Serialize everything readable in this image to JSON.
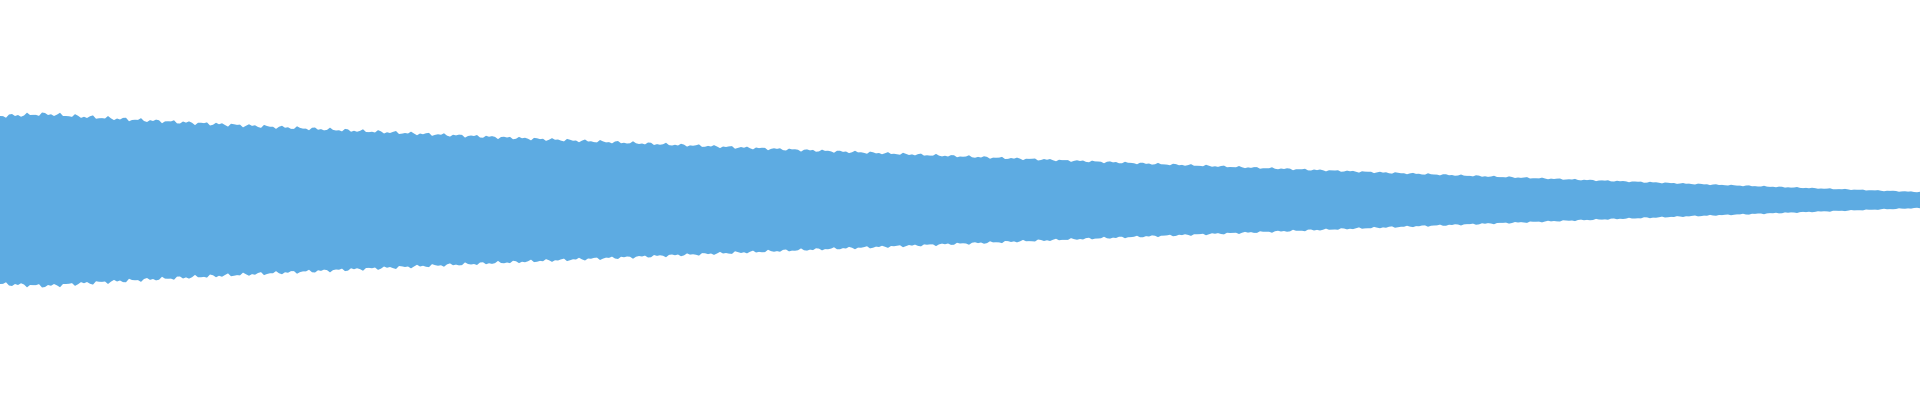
{
  "waveform": {
    "color": "#5dabe2",
    "background": "#ffffff",
    "envelope": {
      "start_amplitude": 0.21,
      "peak_amplitude": 0.215,
      "end_amplitude": 0.02,
      "decay": "gradual"
    }
  }
}
